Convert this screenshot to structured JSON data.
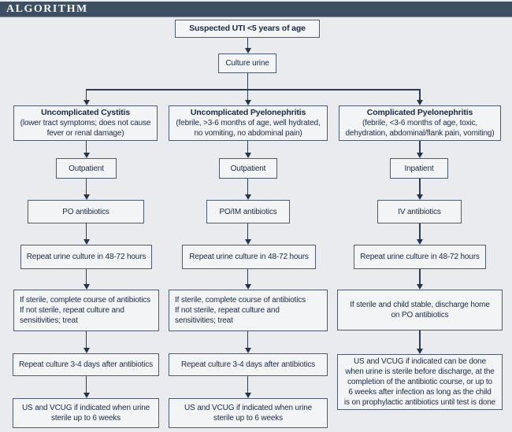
{
  "header": {
    "title": "ALGORITHM"
  },
  "colors": {
    "header_bar": "#3f4f63",
    "background": "#e9ebee",
    "box_fill": "#f2f4f6",
    "box_border": "#4c5b70",
    "text": "#1a2a44",
    "connector": "#2c3c52"
  },
  "flow": {
    "start_label": "Suspected UTI <5 years of age",
    "culture_label": "Culture urine",
    "columns": [
      {
        "title": "Uncomplicated Cystitis",
        "subtitle_lines": [
          "(lower tract symptoms; does not cause",
          "fever or renal damage)"
        ],
        "setting_label": "Outpatient",
        "antibiotics_label": "PO antibiotics",
        "repeat_culture_label": "Repeat urine culture in 48-72 hours",
        "sterile_lines": [
          "If sterile, complete course of antibiotics",
          "If not sterile, repeat culture and",
          "sensitivities; treat"
        ],
        "followup_label": "Repeat culture 3-4 days after antibiotics",
        "imaging_lines": [
          "US and VCUG if indicated when urine",
          "sterile up to 6 weeks"
        ]
      },
      {
        "title": "Uncomplicated Pyelonephritis",
        "subtitle_lines": [
          "(febrile, >3-6 months of age, well hydrated,",
          "no vomiting, no abdominal pain)"
        ],
        "setting_label": "Outpatient",
        "antibiotics_label": "PO/IM antibiotics",
        "repeat_culture_label": "Repeat urine culture in 48-72 hours",
        "sterile_lines": [
          "If sterile, complete course of antibiotics",
          "If not sterile, repeat culture and",
          "sensitivities; treat"
        ],
        "followup_label": "Repeat culture 3-4 days after antibiotics",
        "imaging_lines": [
          "US and VCUG if indicated when urine",
          "sterile up to 6 weeks"
        ]
      },
      {
        "title": "Complicated Pyelonephritis",
        "subtitle_lines": [
          "(febrile, <3-6 months of age, toxic,",
          "dehydration, abdominal/flank pain, vomiting)"
        ],
        "setting_label": "Inpatient",
        "antibiotics_label": "IV antibiotics",
        "repeat_culture_label": "Repeat urine culture in 48-72 hours",
        "sterile_lines": [
          "If sterile and child stable, discharge home",
          "on PO antibiotics"
        ],
        "imaging_lines": [
          "US and VCUG if indicated can be done",
          "when urine is sterile before discharge, at the",
          "completion of the antibiotic course, or up to",
          "6 weeks after infection as long as the child",
          "is on prophylactic antibiotics until test is done"
        ]
      }
    ]
  }
}
